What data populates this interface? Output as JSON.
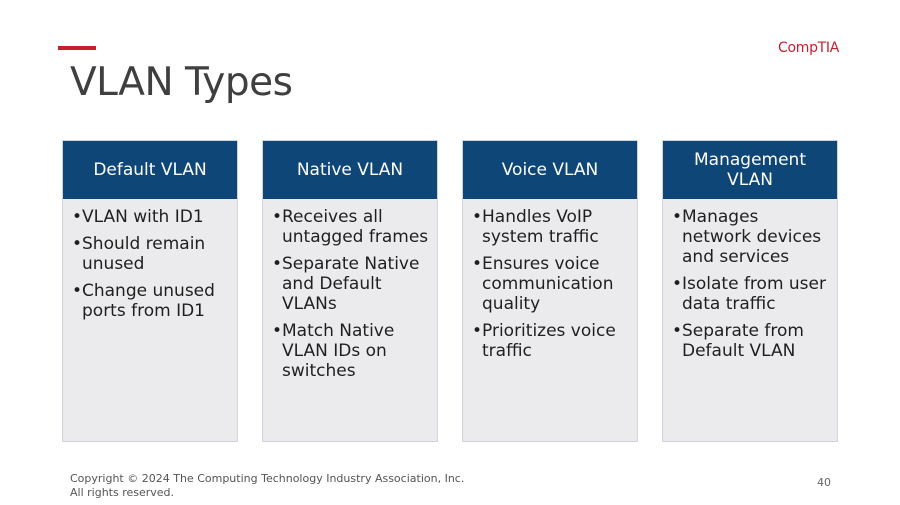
{
  "logo": "CompTIA",
  "title": "VLAN Types",
  "cards": [
    {
      "header": "Default VLAN",
      "items": [
        "VLAN with ID1",
        "Should remain unused",
        "Change unused ports from ID1"
      ]
    },
    {
      "header": "Native VLAN",
      "items": [
        "Receives all untagged frames",
        "Separate Native and Default VLANs",
        "Match Native VLAN IDs on switches"
      ]
    },
    {
      "header": "Voice VLAN",
      "items": [
        "Handles VoIP system traffic",
        "Ensures voice communication quality",
        "Prioritizes voice traffic"
      ]
    },
    {
      "header": "Management VLAN",
      "items": [
        "Manages network devices and services",
        "Isolate from user data traffic",
        "Separate from Default VLAN"
      ]
    }
  ],
  "footer": {
    "copyright": "Copyright © 2024 The Computing Technology Industry Association, Inc. All rights reserved.",
    "page_number": "40"
  },
  "colors": {
    "accent": "#c8202f",
    "card_header": "#0e4677",
    "card_body": "#ebebed"
  }
}
